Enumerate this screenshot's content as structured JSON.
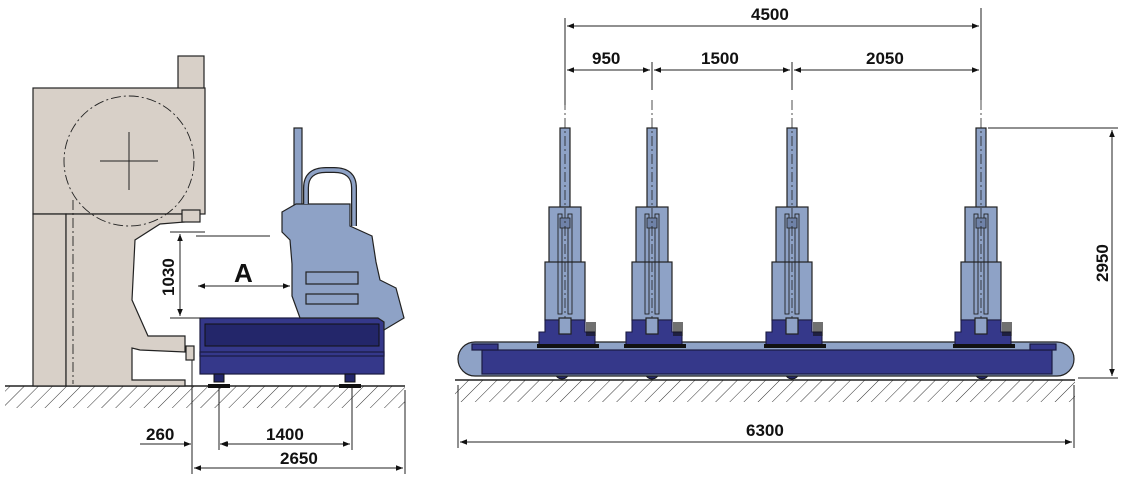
{
  "left_view": {
    "height_label": "1030",
    "zone_label": "A",
    "dim_260": "260",
    "dim_1400": "1400",
    "dim_2650": "2650"
  },
  "right_view": {
    "dim_total_spacing": "4500",
    "dim_gap_1": "950",
    "dim_gap_2": "1500",
    "dim_gap_3": "2050",
    "dim_height": "2950",
    "dim_length": "6300"
  },
  "colors": {
    "machine": "#d8d0c8",
    "workstation": "#8ea2c6",
    "base": "#35388a",
    "ground": "#222222"
  }
}
